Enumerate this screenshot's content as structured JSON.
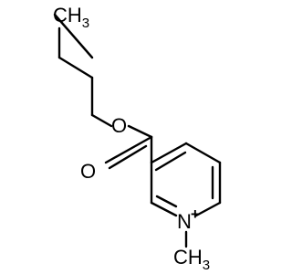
{
  "molecule": {
    "labels": {
      "top_methyl": {
        "main": "CH",
        "sub": "3"
      },
      "ester_o_single": "O",
      "carbonyl_o": "O",
      "ring_n": {
        "main": "N",
        "charge": "+"
      },
      "n_methyl": {
        "main": "CH",
        "sub": "3"
      }
    }
  },
  "colors": {
    "bond": "#000000",
    "background": "#ffffff"
  }
}
